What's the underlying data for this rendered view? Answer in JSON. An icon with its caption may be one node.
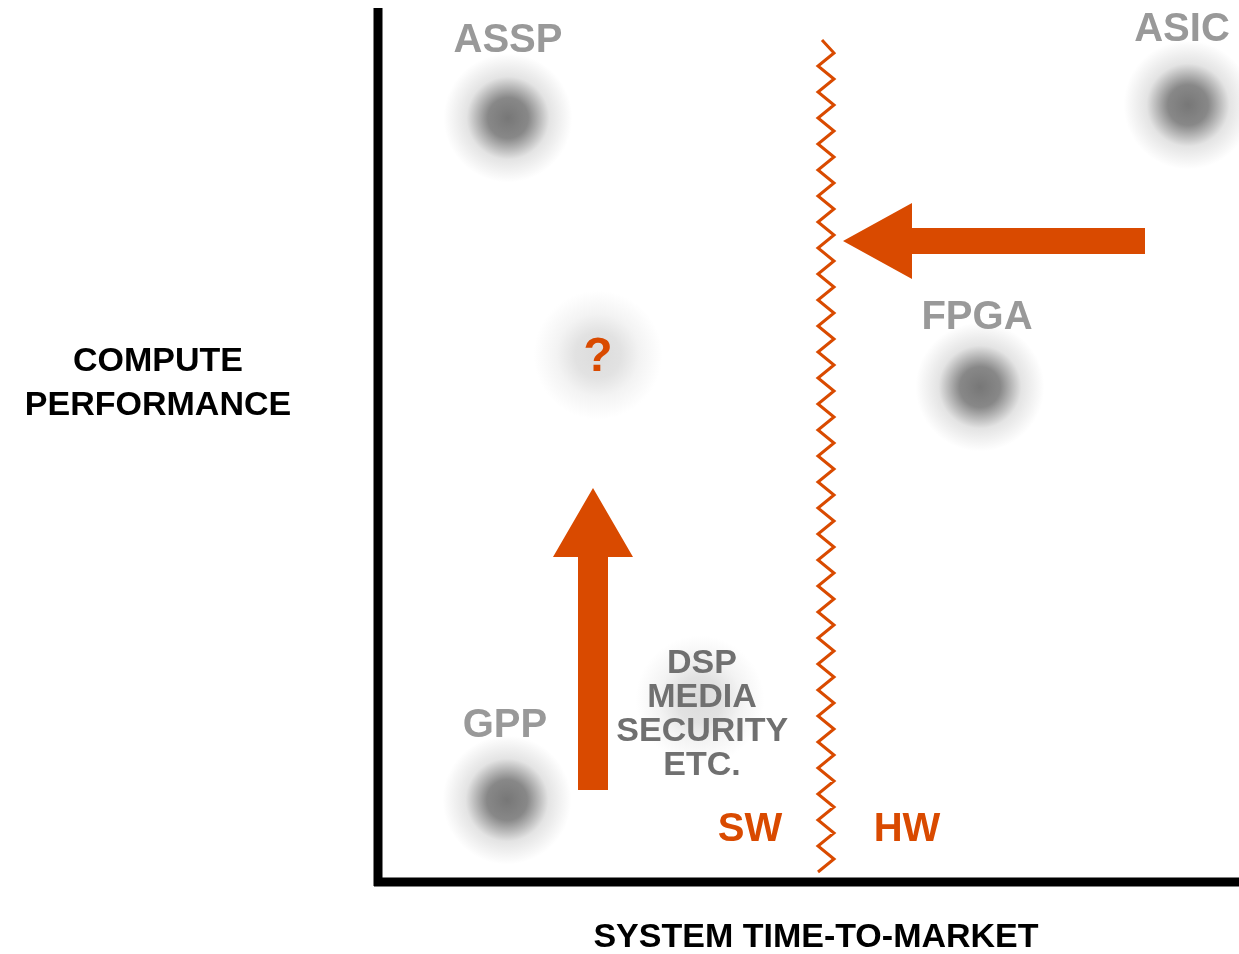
{
  "diagram": {
    "nodes": [
      {
        "text": [
          "ASSP"
        ]
      },
      {
        "text": [
          "ASIC"
        ]
      },
      {
        "text": [
          "?"
        ]
      },
      {
        "text": [
          "FPGA"
        ]
      },
      {
        "text": [
          "DSP MEDIA SECURITY ETC."
        ]
      },
      {
        "text": [
          "GPP"
        ]
      }
    ],
    "labels": [
      "COMPUTE PERFORMANCE",
      "SW",
      "HW",
      "SYSTEM TIME-TO-MARKET"
    ]
  }
}
